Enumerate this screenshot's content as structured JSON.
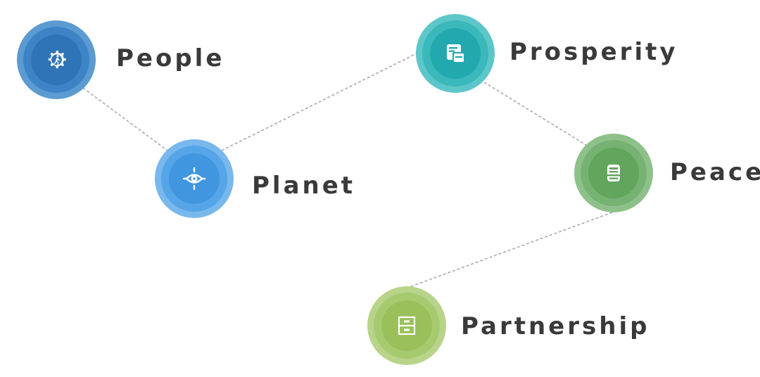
{
  "nodes": [
    {
      "id": "people",
      "label": "People",
      "icon": "gear-runner-icon",
      "color": "#3a7dc0"
    },
    {
      "id": "planet",
      "label": "Planet",
      "icon": "eye-target-icon",
      "color": "#4a9fe2"
    },
    {
      "id": "prosperity",
      "label": "Prosperity",
      "icon": "documents-icon",
      "color": "#2fb3b8"
    },
    {
      "id": "peace",
      "label": "Peace",
      "icon": "printer-icon",
      "color": "#6aac65"
    },
    {
      "id": "partnership",
      "label": "Partnership",
      "icon": "file-cabinet-icon",
      "color": "#a2c462"
    }
  ]
}
